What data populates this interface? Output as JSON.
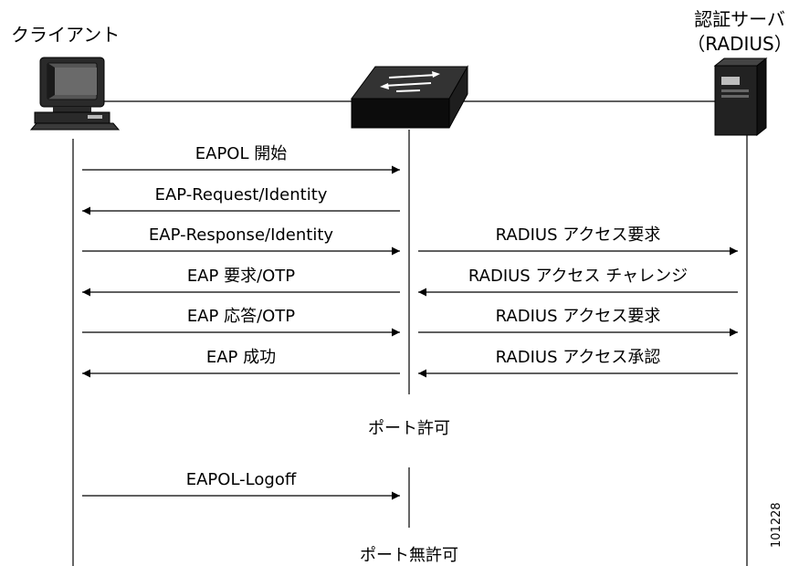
{
  "participants": {
    "client": "クライアント",
    "server_line1": "認証サーバ",
    "server_line2": "（RADIUS）"
  },
  "messages": [
    {
      "label": "EAPOL 開始",
      "from": "client",
      "to": "switch"
    },
    {
      "label": "EAP-Request/Identity",
      "from": "switch",
      "to": "client"
    },
    {
      "label": "EAP-Response/Identity",
      "from": "client",
      "to": "switch"
    },
    {
      "label": "RADIUS アクセス要求",
      "from": "switch",
      "to": "server"
    },
    {
      "label": "EAP 要求/OTP",
      "from": "switch",
      "to": "client"
    },
    {
      "label": "RADIUS アクセス チャレンジ",
      "from": "server",
      "to": "switch"
    },
    {
      "label": "EAP 応答/OTP",
      "from": "client",
      "to": "switch"
    },
    {
      "label": "RADIUS アクセス要求",
      "from": "switch",
      "to": "server"
    },
    {
      "label": "EAP 成功",
      "from": "switch",
      "to": "client"
    },
    {
      "label": "RADIUS アクセス承認",
      "from": "server",
      "to": "switch"
    },
    {
      "label": "EAPOL-Logoff",
      "from": "client",
      "to": "switch"
    }
  ],
  "states": {
    "port_authorized": "ポート許可",
    "port_unauthorized": "ポート無許可"
  },
  "figure_id": "101228"
}
